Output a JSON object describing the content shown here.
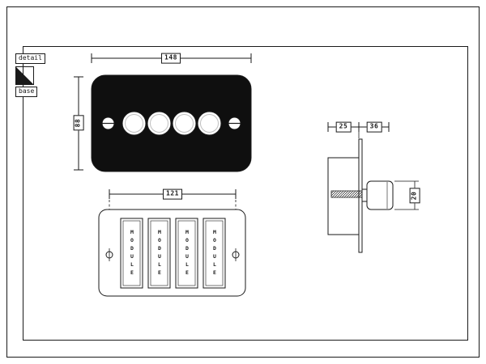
{
  "sheet": {
    "background": "#ffffff",
    "line_color": "#1a1a1a",
    "plate_color": "#0f0f0f"
  },
  "legend": {
    "detail": "detail",
    "base": "base"
  },
  "front_view": {
    "width": "148",
    "height": "88"
  },
  "base_view": {
    "fixing_centres": "121",
    "modules": [
      {
        "label": "MODULE"
      },
      {
        "label": "MODULE"
      },
      {
        "label": "MODULE"
      },
      {
        "label": "MODULE"
      }
    ]
  },
  "side_view": {
    "box_depth": "25",
    "knob_projection": "36",
    "knob_height": "20"
  }
}
